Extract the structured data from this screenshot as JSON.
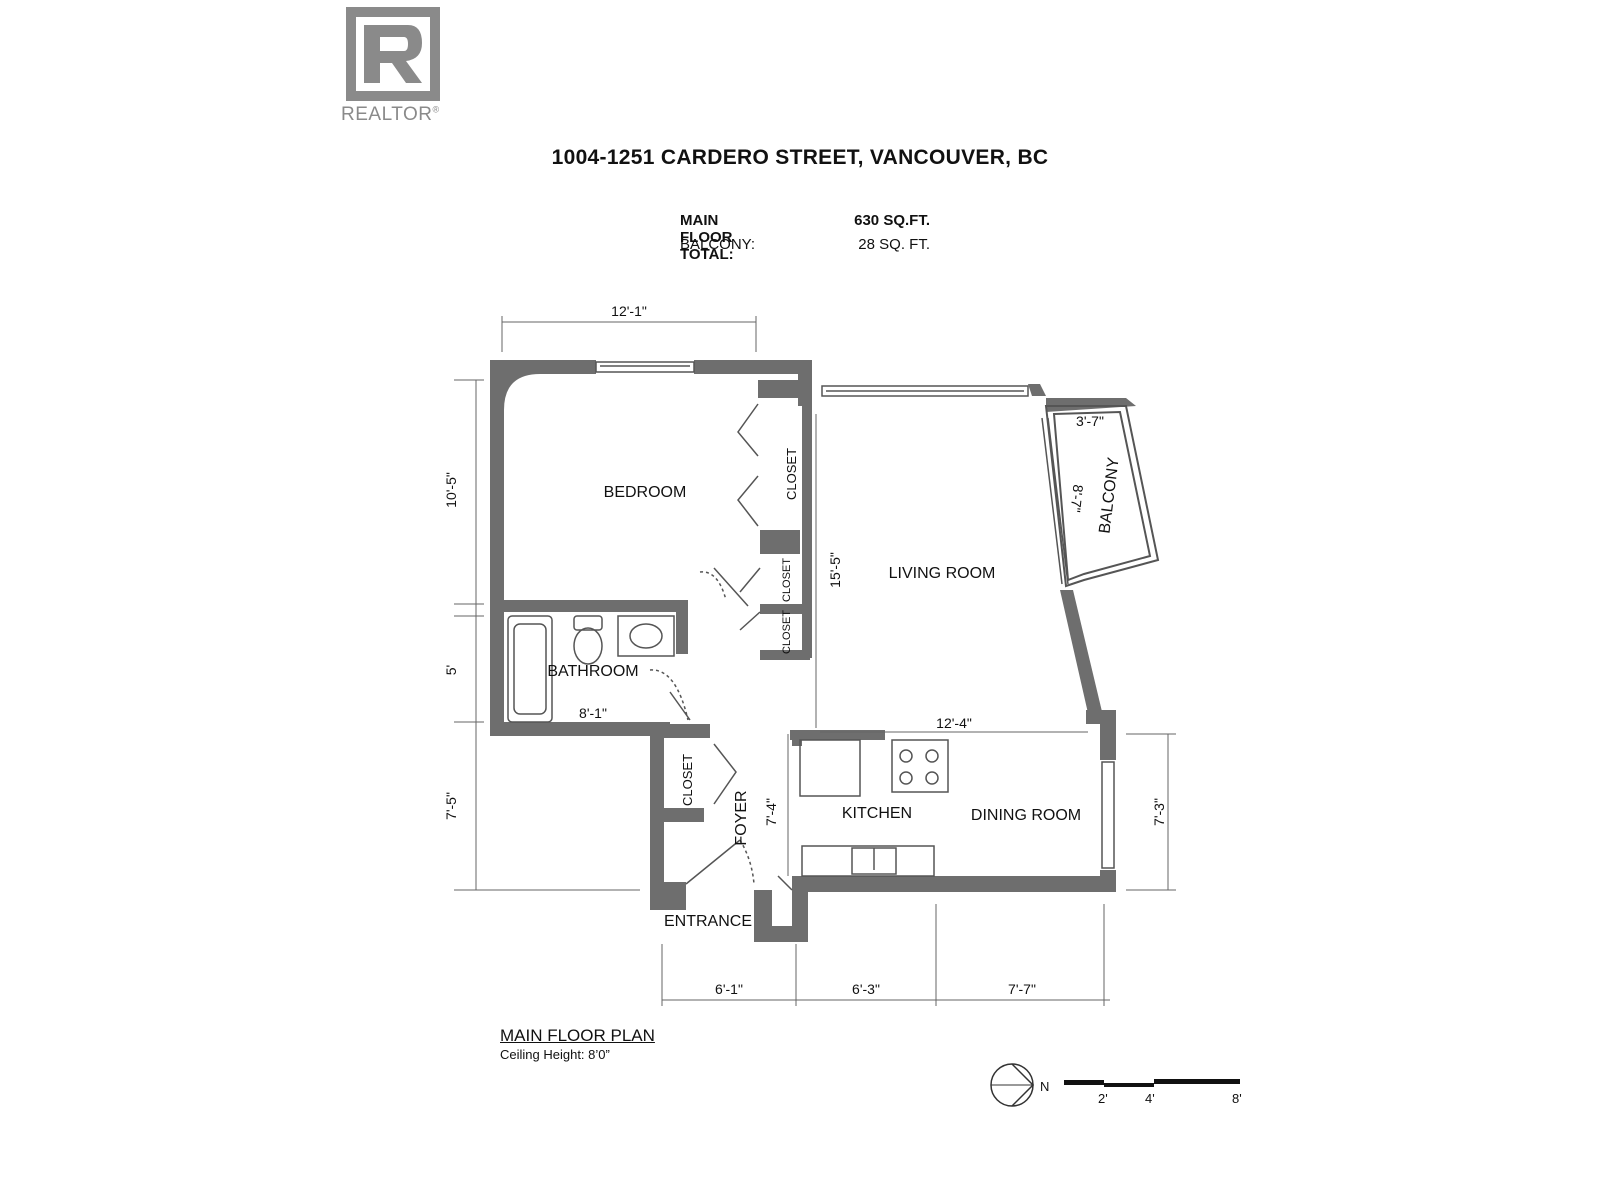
{
  "logo": {
    "name": "realtor-logo",
    "mark": "R",
    "word": "REALTOR",
    "reg": "®"
  },
  "title": "1004-1251 CARDERO STREET, VANCOUVER, BC",
  "areas": {
    "main_label": "MAIN FLOOR TOTAL:",
    "main_value": "630 SQ.FT.",
    "balcony_label": "BALCONY:",
    "balcony_value": "28 SQ. FT."
  },
  "rooms": {
    "bedroom": "BEDROOM",
    "living_room": "LIVING ROOM",
    "bathroom": "BATHROOM",
    "kitchen": "KITCHEN",
    "dining_room": "DINING ROOM",
    "foyer": "FOYER",
    "entrance": "ENTRANCE",
    "balcony": "BALCONY",
    "closet": "CLOSET"
  },
  "dimensions": {
    "top_width": "12'-1\"",
    "bedroom_height": "10'-5\"",
    "bathroom_height": "5'",
    "lower_height": "7'-5\"",
    "living_height": "15'-5\"",
    "balcony_width": "3'-7\"",
    "balcony_length": "8'-7\"",
    "bathroom_width": "8'-1\"",
    "kitchen_dining_width": "12'-4\"",
    "foyer_height": "7'-4\"",
    "dining_height": "7'-3\"",
    "bottom_1": "6'-1\"",
    "bottom_2": "6'-3\"",
    "bottom_3": "7'-7\""
  },
  "plan": {
    "title": "MAIN FLOOR PLAN",
    "ceiling": "Ceiling Height: 8’0”"
  },
  "compass": {
    "label": "N",
    "icon": "north-arrow-icon"
  },
  "scale": {
    "ticks": [
      "2'",
      "4'",
      "8'"
    ]
  },
  "colors": {
    "wall": "#6e6e6e",
    "line": "#444444",
    "logo": "#8a8a8a"
  }
}
